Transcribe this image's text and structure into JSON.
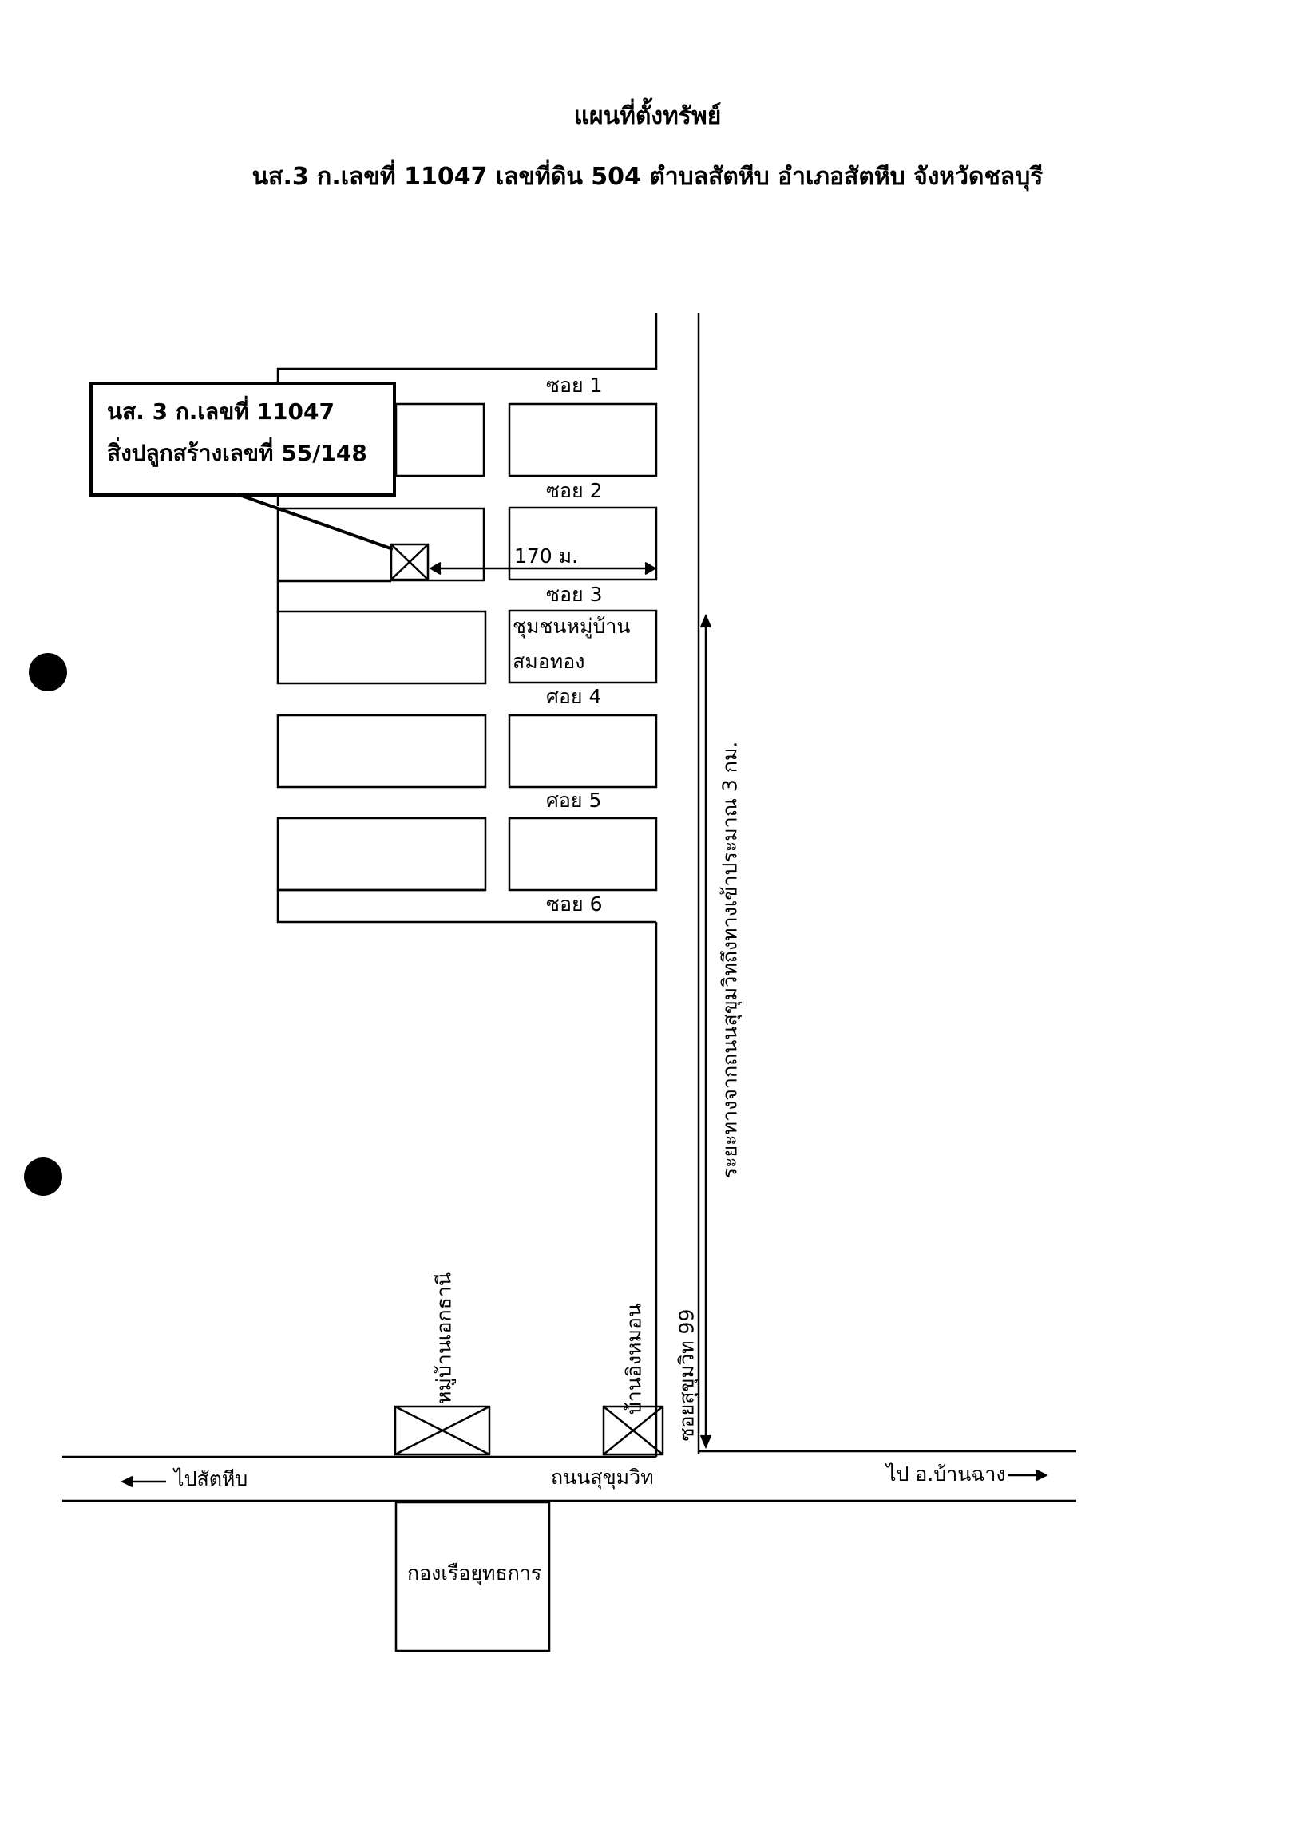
{
  "title": "แผนที่ตั้งทรัพย์",
  "subtitle": "นส.3 ก.เลขที่ 11047  เลขที่ดิน 504  ตำบลสัตหีบ  อำเภอสัตหีบ  จังหวัดชลบุรี",
  "callout": {
    "line1": "นส. 3 ก.เลขที่ 11047",
    "line2": "สิ่งปลูกสร้างเลขที่ 55/148"
  },
  "sois": {
    "soi1": "ซอย 1",
    "soi2": "ซอย 2",
    "soi3": "ซอย 3",
    "soi4": "ศอย 4",
    "soi5": "ศอย 5",
    "soi6": "ซอย 6"
  },
  "distance_170": "170 ม.",
  "community": {
    "line1": "ชุมชนหมู่บ้าน",
    "line2": "สมอทอง"
  },
  "distance_3km": "ระยะทางจากถนนสุขุมวิทถึงทางเข้าประมาณ 3 กม.",
  "soi_sukhumvit": "ซอยสุขุมวิท 99",
  "landmark_ekthani": "หมู่บ้านเอกธานี",
  "landmark_ingmon": "บ้านอิงหมอน",
  "road_sukhumvit": "ถนนสุขุมวิท",
  "to_sattahip": "ไปสัตหีบ",
  "to_banchang": "ไป อ.บ้านฉาง",
  "navy_unit": "กองเรือยุทธการ"
}
